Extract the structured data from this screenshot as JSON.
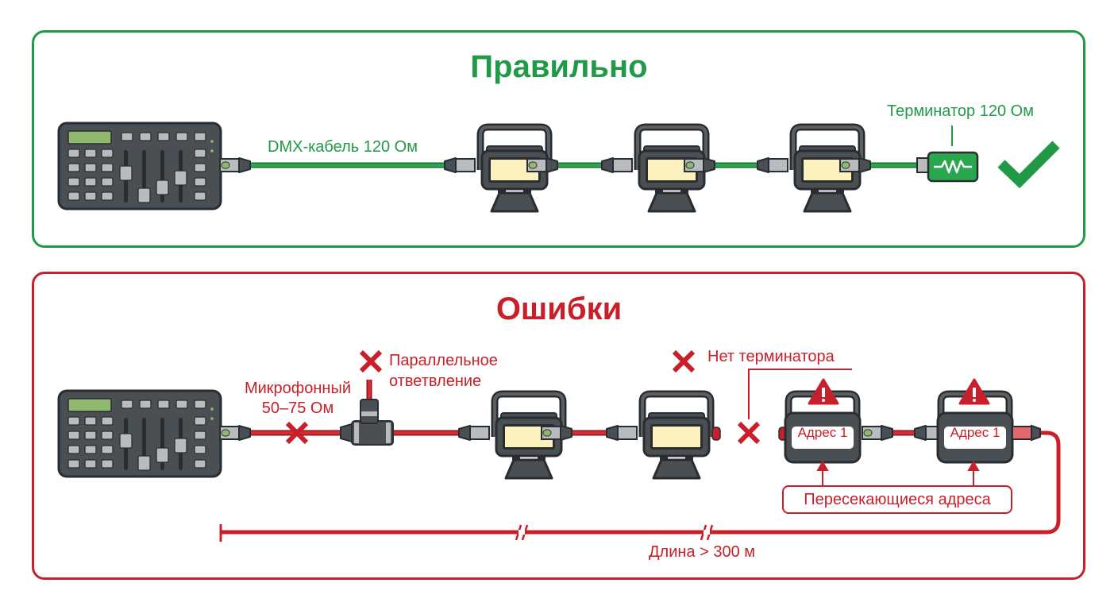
{
  "colors": {
    "correct": "#219a48",
    "error": "#c8202a",
    "device_body": "#4a4f54",
    "lamp": "#fdf1bd"
  },
  "correct_section": {
    "title": "Правильно",
    "cable_label": "DMX-кабель 120 Ом",
    "terminator_label": "Терминатор 120 Ом",
    "devices": [
      "controller",
      "fixture",
      "fixture",
      "fixture",
      "terminator"
    ],
    "status_icon": "checkmark-icon"
  },
  "errors_section": {
    "title": "Ошибки",
    "mic_cable_label_line1": "Микрофонный",
    "mic_cable_label_line2": "50–75 Ом",
    "branch_label_line1": "Параллельное",
    "branch_label_line2": "ответвление",
    "no_terminator_label": "Нет терминатора",
    "address_badge_1": "Адрес 1",
    "address_badge_2": "Адрес 1",
    "overlapping_addresses_label": "Пересекающиеся адреса",
    "length_label": "Длина > 300 м",
    "devices": [
      "controller",
      "t-splitter",
      "fixture",
      "fixture",
      "fixture-address-conflict",
      "fixture-address-conflict"
    ]
  }
}
